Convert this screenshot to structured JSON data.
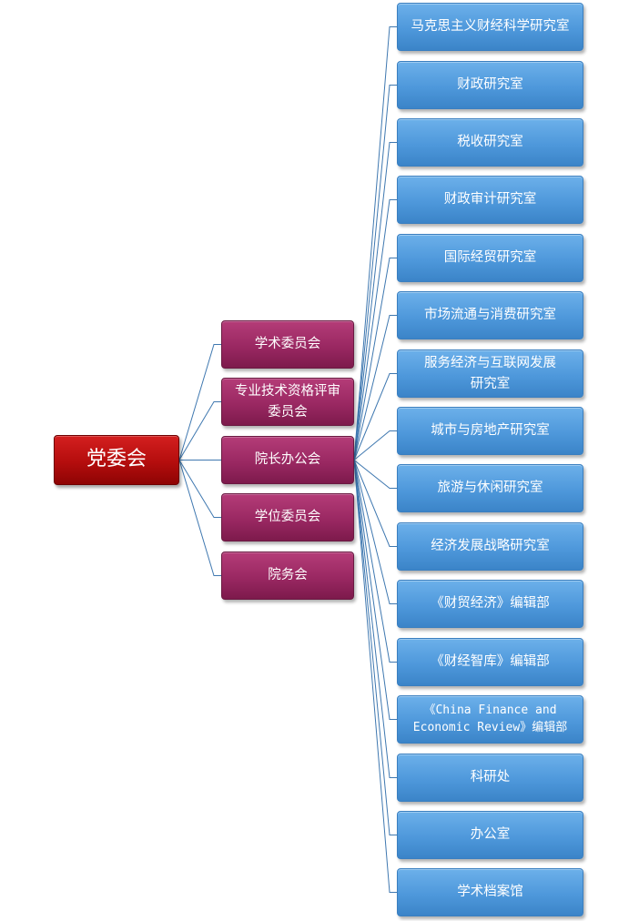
{
  "root": {
    "label": "党委会"
  },
  "middle": [
    {
      "label": "学术委员会"
    },
    {
      "label": "专业技术资格评审\n委员会"
    },
    {
      "label": "院长办公会"
    },
    {
      "label": "学位委员会"
    },
    {
      "label": "院务会"
    }
  ],
  "leaves": [
    {
      "label": "马克思主义财经科学研究室"
    },
    {
      "label": "财政研究室"
    },
    {
      "label": "税收研究室"
    },
    {
      "label": "财政审计研究室"
    },
    {
      "label": "国际经贸研究室"
    },
    {
      "label": "市场流通与消费研究室"
    },
    {
      "label": "服务经济与互联网发展\n研究室"
    },
    {
      "label": "城市与房地产研究室"
    },
    {
      "label": "旅游与休闲研究室"
    },
    {
      "label": "经济发展战略研究室"
    },
    {
      "label": "《财贸经济》编辑部"
    },
    {
      "label": "《财经智库》编辑部"
    },
    {
      "label": "《China Finance and\nEconomic Review》编辑部"
    },
    {
      "label": "科研处"
    },
    {
      "label": "办公室"
    },
    {
      "label": "学术档案馆"
    }
  ],
  "colors": {
    "root_fill": "#b40d0d",
    "middle_fill": "#9a2862",
    "leaf_fill": "#4e98db",
    "connector": "#3f78b0"
  }
}
